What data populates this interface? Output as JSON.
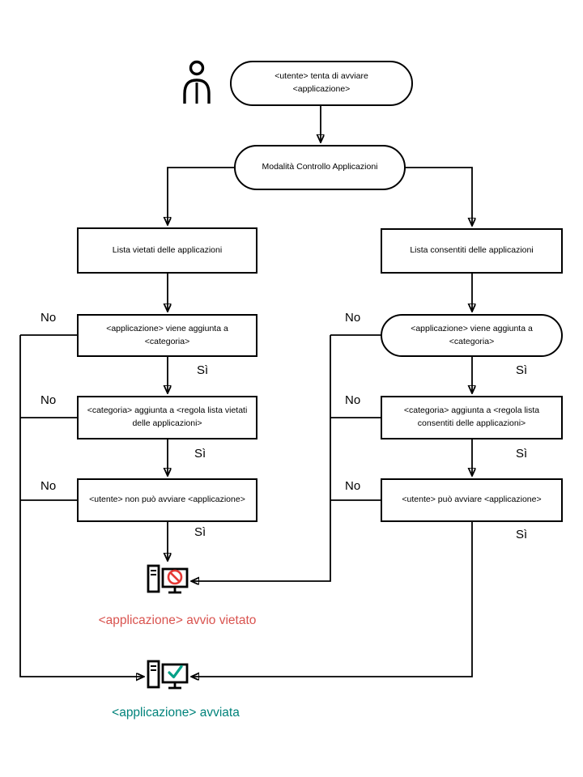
{
  "labels": {
    "yes": "Sì",
    "no": "No"
  },
  "nodes": {
    "start": "<utente> tenta di avviare\n<applicazione>",
    "mode": "Modalità Controllo Applicazioni",
    "deny_list": "Lista vietati delle applicazioni",
    "allow_list": "Lista consentiti delle applicazioni",
    "deny_category": "<applicazione> viene aggiunta a\n<categoria>",
    "deny_rule": "<categoria> aggiunta a <regola lista vietati\ndelle applicazioni>",
    "deny_user": "<utente> non può avviare <applicazione>",
    "allow_category": "<applicazione> viene aggiunta a\n<categoria>",
    "allow_rule": "<categoria> aggiunta a <regola lista\nconsentiti delle applicazioni>",
    "allow_user": "<utente> può avviare <applicazione>",
    "result_blocked": "<applicazione> avvio vietato",
    "result_started": "<applicazione> avviata"
  },
  "icons": {
    "user": "person-silhouette",
    "blocked": "computer-with-prohibition-sign",
    "started": "computer-with-check-mark"
  },
  "colors": {
    "line": "#000000",
    "blocked_text": "#d9534f",
    "started_text": "#00837b",
    "prohibition": "#e53935",
    "check": "#00a187"
  }
}
